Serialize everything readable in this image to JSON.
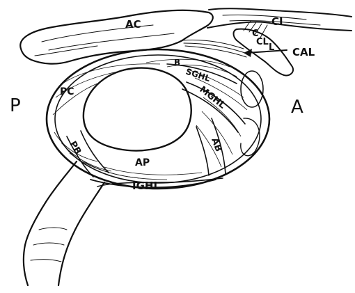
{
  "labels": {
    "ac": "AC",
    "ci": "CI",
    "c": "C",
    "cl": "CL",
    "l": "L",
    "cal": "CAL",
    "b": "B",
    "sghl": "SGHL",
    "mghl": "MGHL",
    "pc": "PC",
    "pb": "PB",
    "ab": "AB",
    "ap": "AP",
    "ighl": "IGHL",
    "p": "P",
    "a": "A"
  }
}
